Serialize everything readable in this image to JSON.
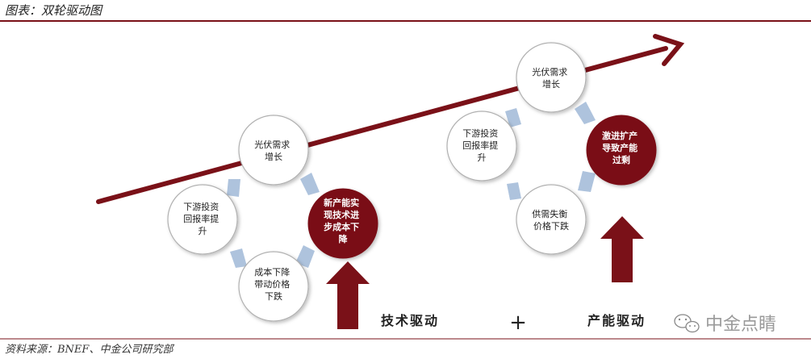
{
  "header": {
    "title": "图表：双轮驱动图"
  },
  "footer": {
    "source": "资料来源：BNEF、中金公司研究部"
  },
  "watermark": {
    "text": "中金点睛",
    "icon": "wechat-icon"
  },
  "colors": {
    "accent": "#7a1118",
    "arrow_light": "#aec3dd",
    "circle_border": "#b0b0b0",
    "rule": "#7a1118",
    "text": "#222222"
  },
  "left_cycle": {
    "top": [
      "光伏需求",
      "增长"
    ],
    "right": [
      "新产能实",
      "现技术进",
      "步成本下",
      "降"
    ],
    "bottom": [
      "成本下降",
      "带动价格",
      "下跌"
    ],
    "left": [
      "下游投资",
      "回报率提",
      "升"
    ],
    "driver_label": "技术驱动"
  },
  "right_cycle": {
    "top": [
      "光伏需求",
      "增长"
    ],
    "right": [
      "激进扩产",
      "导致产能",
      "过剩"
    ],
    "bottom": [
      "供需失衡",
      "价格下跌"
    ],
    "left": [
      "下游投资",
      "回报率提",
      "升"
    ],
    "driver_label": "产能驱动"
  },
  "plus_sign": "+"
}
